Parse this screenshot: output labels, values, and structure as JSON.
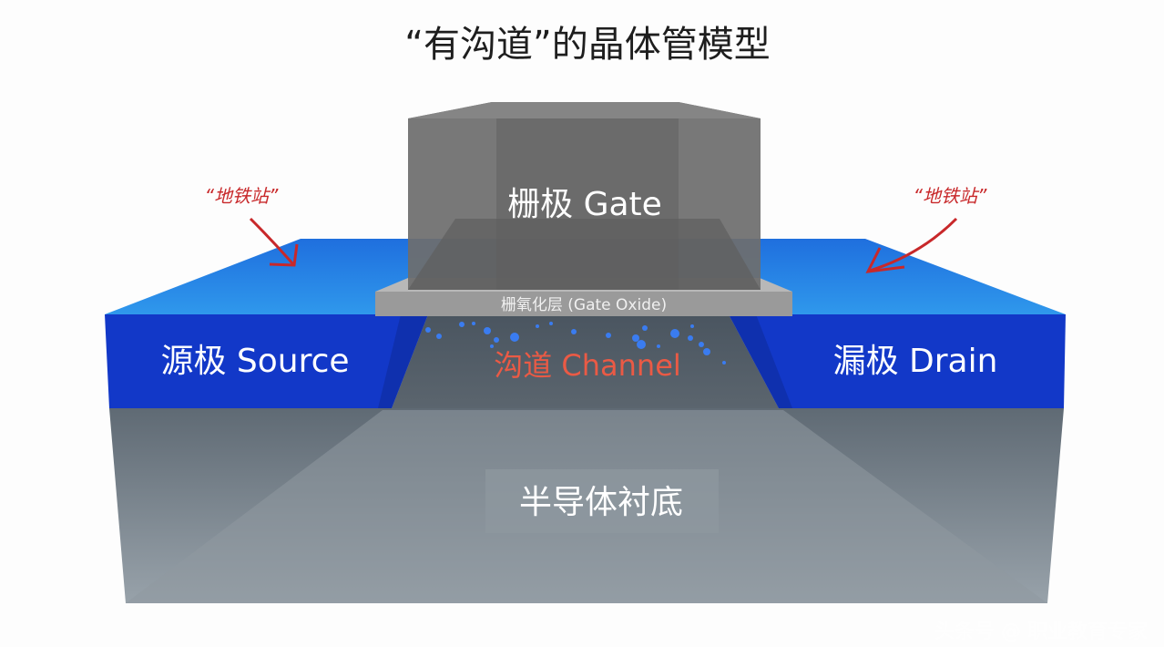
{
  "title": "“有沟道”的晶体管模型",
  "labels": {
    "gate": "栅极 Gate",
    "gate_oxide": "栅氧化层 (Gate Oxide)",
    "source": "源极 Source",
    "drain": "漏极 Drain",
    "channel": "沟道 Channel",
    "substrate": "半导体衬底"
  },
  "annotations": {
    "left_note": "“地铁站”",
    "right_note": "“地铁站”"
  },
  "watermark": "头条号 @ 职业教育专家",
  "colors": {
    "source_drain_front": "#1238c8",
    "source_drain_top": "#2a8ae6",
    "gate": "#6e6e6e",
    "oxide": "#9a9a9a",
    "substrate": "#7d8791",
    "channel_text": "#ea5a45",
    "annotation": "#c8282a",
    "electron": "#3a7cf0"
  }
}
